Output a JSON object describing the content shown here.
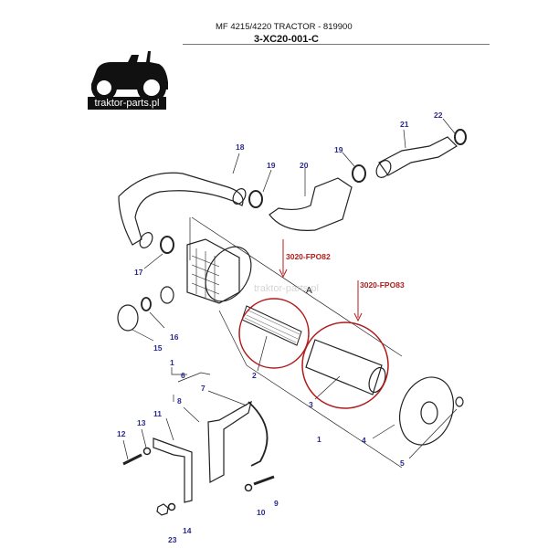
{
  "header": {
    "title": "MF 4215/4220 TRACTOR - 819900",
    "code": "3-XC20-001-C"
  },
  "logo": {
    "text": "traktor-parts.pl",
    "icon": "tractor-icon"
  },
  "watermark": "traktor-parts.pl",
  "references": {
    "ref1": "3020-FPO82",
    "ref2": "3020-FPO83"
  },
  "section_label": "A",
  "callouts": {
    "c1": "1",
    "c1b": "1",
    "c2": "2",
    "c3": "3",
    "c4": "4",
    "c5": "5",
    "c6": "6",
    "c7": "7",
    "c8": "8",
    "c9": "9",
    "c10": "10",
    "c11": "11",
    "c12": "12",
    "c13": "13",
    "c14": "14",
    "c15": "15",
    "c16": "16",
    "c17": "17",
    "c18": "18",
    "c19a": "19",
    "c19b": "19",
    "c20": "20",
    "c21": "21",
    "c22": "22",
    "c23": "23"
  },
  "colors": {
    "callout": "#2a2a8a",
    "highlight": "#b01c1c",
    "line": "#222222"
  }
}
